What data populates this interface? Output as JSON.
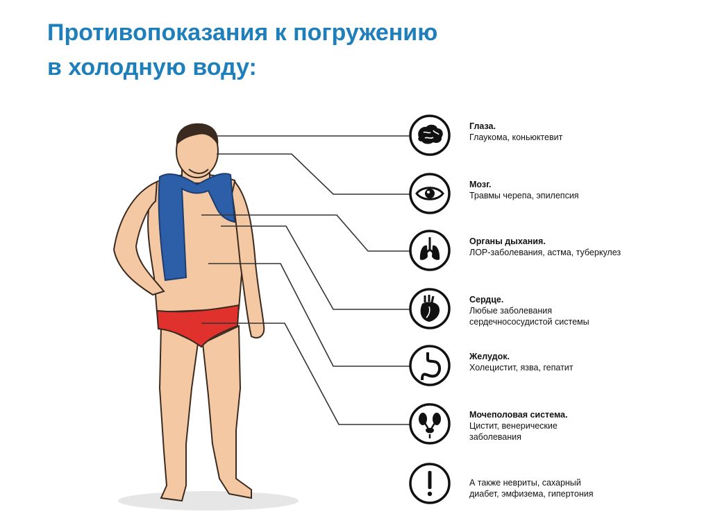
{
  "title": {
    "line1": "Противопоказания к погружению",
    "line2": "в холодную воду:"
  },
  "items": [
    {
      "icon": "brain-icon",
      "head": "Глаза.",
      "desc": [
        "Глаукома, коньюктевит"
      ]
    },
    {
      "icon": "eye-icon",
      "head": "Мозг.",
      "desc": [
        "Травмы черепа,  эпилепсия"
      ]
    },
    {
      "icon": "lungs-icon",
      "head": "Органы дыхания.",
      "desc": [
        "ЛОР-заболевания, астма, туберкулез"
      ]
    },
    {
      "icon": "heart-icon",
      "head": "Сердце.",
      "desc": [
        "Любые заболевания",
        "сердечнососудистой системы"
      ]
    },
    {
      "icon": "stomach-icon",
      "head": "Желудок.",
      "desc": [
        "Холецистит, язва, гепатит"
      ]
    },
    {
      "icon": "kidneys-icon",
      "head": "Мочеполовая система.",
      "desc": [
        "Цистит, венерические",
        "заболевания"
      ]
    },
    {
      "icon": "exclamation-icon",
      "head": "",
      "desc": [
        "А также невриты, сахарный",
        "диабет, эмфизема, гипертония"
      ]
    }
  ],
  "colors": {
    "title": "#1f7fba",
    "skin": "#f3c8a2",
    "towel": "#2d5fa8",
    "briefs": "#e0312c"
  }
}
